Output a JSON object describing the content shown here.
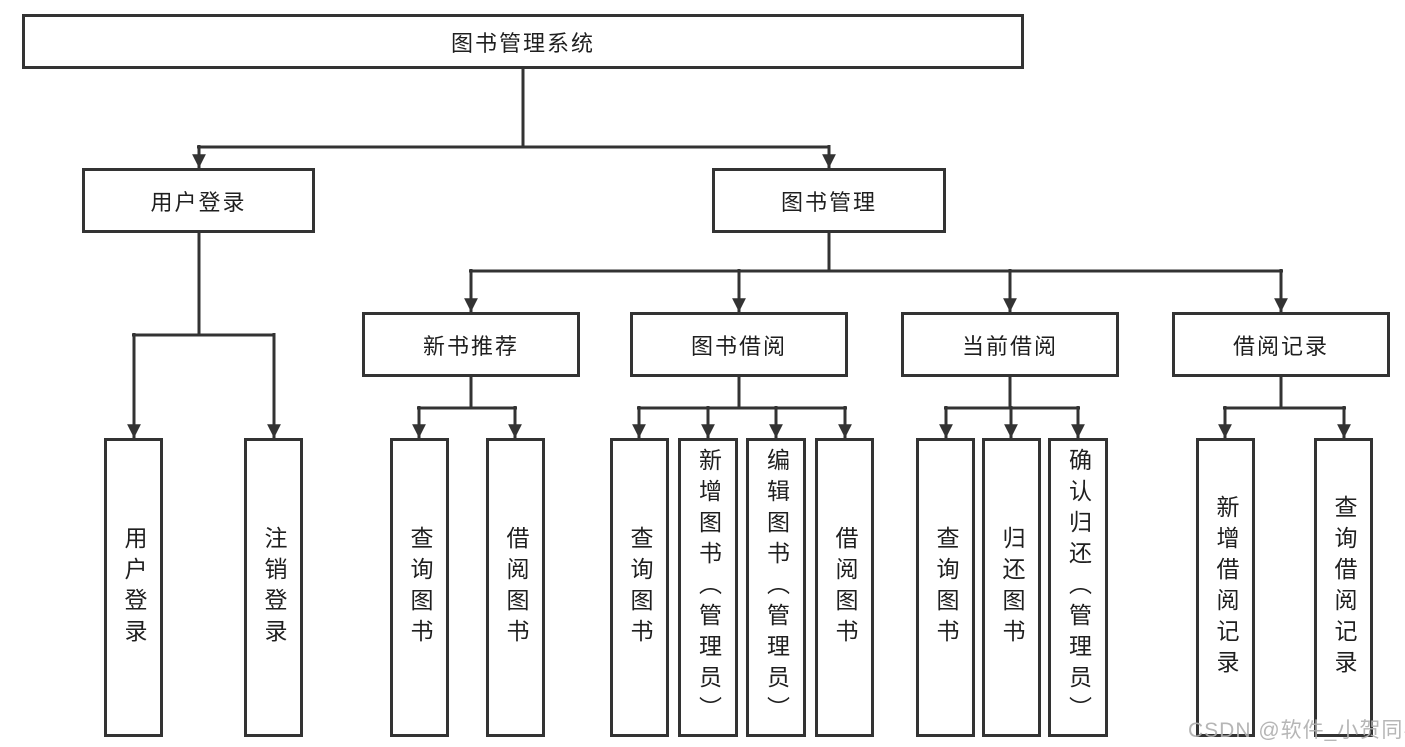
{
  "diagram": {
    "tree": {
      "root": {
        "label": "图书管理系统"
      },
      "level2": [
        {
          "label": "用户登录",
          "leaves": [
            {
              "label": "用户登录"
            },
            {
              "label": "注销登录"
            }
          ]
        },
        {
          "label": "图书管理",
          "level3": [
            {
              "label": "新书推荐",
              "leaves": [
                {
                  "label": "查询图书"
                },
                {
                  "label": "借阅图书"
                }
              ]
            },
            {
              "label": "图书借阅",
              "leaves": [
                {
                  "label": "查询图书"
                },
                {
                  "label": "新增图书（管理员）"
                },
                {
                  "label": "编辑图书（管理员）"
                },
                {
                  "label": "借阅图书"
                }
              ]
            },
            {
              "label": "当前借阅",
              "leaves": [
                {
                  "label": "查询图书"
                },
                {
                  "label": "归还图书"
                },
                {
                  "label": "确认归还（管理员）"
                }
              ]
            },
            {
              "label": "借阅记录",
              "leaves": [
                {
                  "label": "新增借阅记录"
                },
                {
                  "label": "查询借阅记录"
                }
              ]
            }
          ]
        }
      ]
    },
    "colors": {
      "line": "#333333",
      "box_border": "#333333",
      "box_fill": "#ffffff",
      "text": "#1f1f1f",
      "watermark": "#b0b0b0",
      "background": "#ffffff"
    }
  },
  "watermark": {
    "text": "CSDN @软件_小贺同学"
  }
}
